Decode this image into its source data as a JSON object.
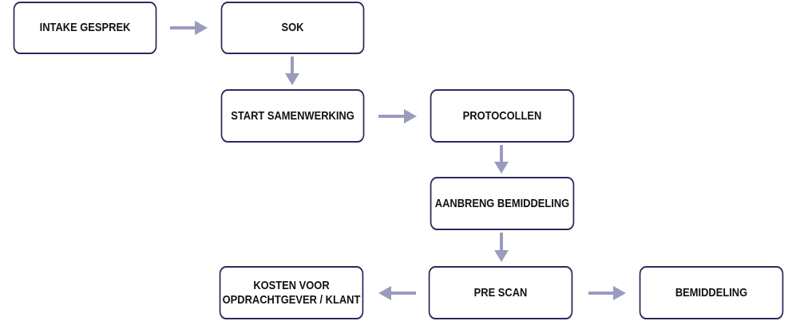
{
  "colors": {
    "box_border": "#2b2a5c",
    "arrow": "#9b9bbf",
    "text": "#111111"
  },
  "nodes": {
    "intake": "INTAKE GESPREK",
    "sok": "SOK",
    "start": "START SAMENWERKING",
    "protocollen": "PROTOCOLLEN",
    "aanbreng": "AANBRENG BEMIDDELING",
    "prescan": "PRE SCAN",
    "kosten": "KOSTEN VOOR\nOPDRACHTGEVER / KLANT",
    "bemiddeling": "BEMIDDELING"
  },
  "edges": [
    {
      "from": "intake",
      "to": "sok"
    },
    {
      "from": "sok",
      "to": "start"
    },
    {
      "from": "start",
      "to": "protocollen"
    },
    {
      "from": "protocollen",
      "to": "aanbreng"
    },
    {
      "from": "aanbreng",
      "to": "prescan"
    },
    {
      "from": "prescan",
      "to": "kosten"
    },
    {
      "from": "prescan",
      "to": "bemiddeling"
    }
  ]
}
